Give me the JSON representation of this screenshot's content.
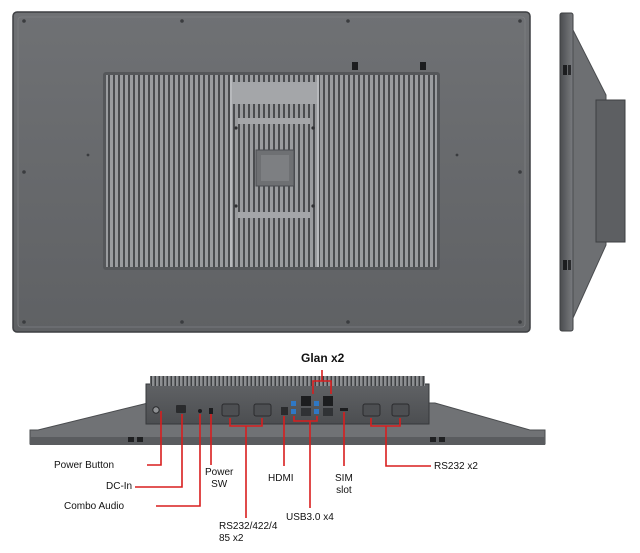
{
  "labels": {
    "glan": "Glan x2",
    "power_button": "Power Button",
    "dc_in": "DC-In",
    "combo_audio": "Combo Audio",
    "power_sw_line1": "Power",
    "power_sw_line2": "SW",
    "hdmi": "HDMI",
    "sim_line1": "SIM",
    "sim_line2": "slot",
    "rs232_x2": "RS232 x2",
    "rs232_422_line1": "RS232/422/4",
    "rs232_422_line2": "85 x2",
    "usb30": "USB3.0 x4"
  },
  "colors": {
    "callout": "#d81e1e",
    "panel": "#6b6d70",
    "panel_dark": "#55575a",
    "heatsink": "#8a8c8f",
    "fin_dark": "#3f4144",
    "port_blue": "#2f78c4",
    "background": "#ffffff"
  }
}
